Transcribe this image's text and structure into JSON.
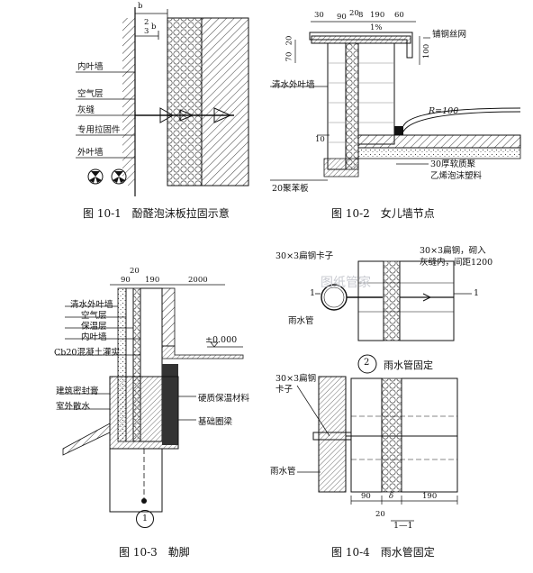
{
  "fig1": {
    "caption": "图 10-1　酚醛泡沫板拉固示意",
    "labels": {
      "inner_wall": "内叶墙",
      "air_layer": "空气层",
      "mortar_joint": "灰缝",
      "tie": "专用拉固件",
      "outer_wall": "外叶墙"
    },
    "dims": {
      "b": "b",
      "frac_num": "2",
      "frac_den": "3",
      "frac_b": "b"
    }
  },
  "fig2": {
    "caption": "图 10-2　女儿墙节点",
    "labels": {
      "mesh": "铺钢丝网",
      "fair_faced": "清水外叶墙",
      "r100": "R=100",
      "foam": "30厚软质聚",
      "foam2": "乙烯泡沫塑料",
      "mortar20": "20聚苯板"
    },
    "dims": {
      "d30": "30",
      "d90": "90",
      "d20": "20",
      "d8": "8",
      "d190": "190",
      "d60": "60",
      "slope": "1%",
      "d70": "70",
      "d20b": "20",
      "d100": "100",
      "d10": "10"
    }
  },
  "fig3": {
    "caption": "图 10-3　勒脚",
    "labels": {
      "fair_faced": "清水外叶墙",
      "air_layer": "空气层",
      "insulation": "保温层",
      "inner_wall": "内叶墙",
      "concrete": "Cb20混凝土灌实",
      "seal": "建筑密封膏",
      "apron": "室外散水",
      "rigid": "硬质保温材料",
      "beam": "基础圈梁",
      "elev": "±0.000",
      "mark": "1"
    },
    "dims": {
      "d20": "20",
      "d90": "90",
      "d190": "190",
      "d2000": "2000"
    }
  },
  "fig4": {
    "caption": "图 10-4　雨水管固定",
    "labels": {
      "clamp": "30×3扁钢卡子",
      "bar": "30×3扁钢，砌入",
      "bar2": "灰缝内，间距1200",
      "pipe": "雨水管",
      "pipe2": "雨水管",
      "title_num": "2",
      "title": "雨水管固定",
      "clamp2a": "30×3扁钢",
      "clamp2b": "卡子",
      "section": "1—1",
      "cut1": "1",
      "cut1b": "1"
    },
    "dims": {
      "d90": "90",
      "delta": "δ",
      "d190": "190",
      "d20": "20"
    }
  },
  "watermark": "图纸管家"
}
